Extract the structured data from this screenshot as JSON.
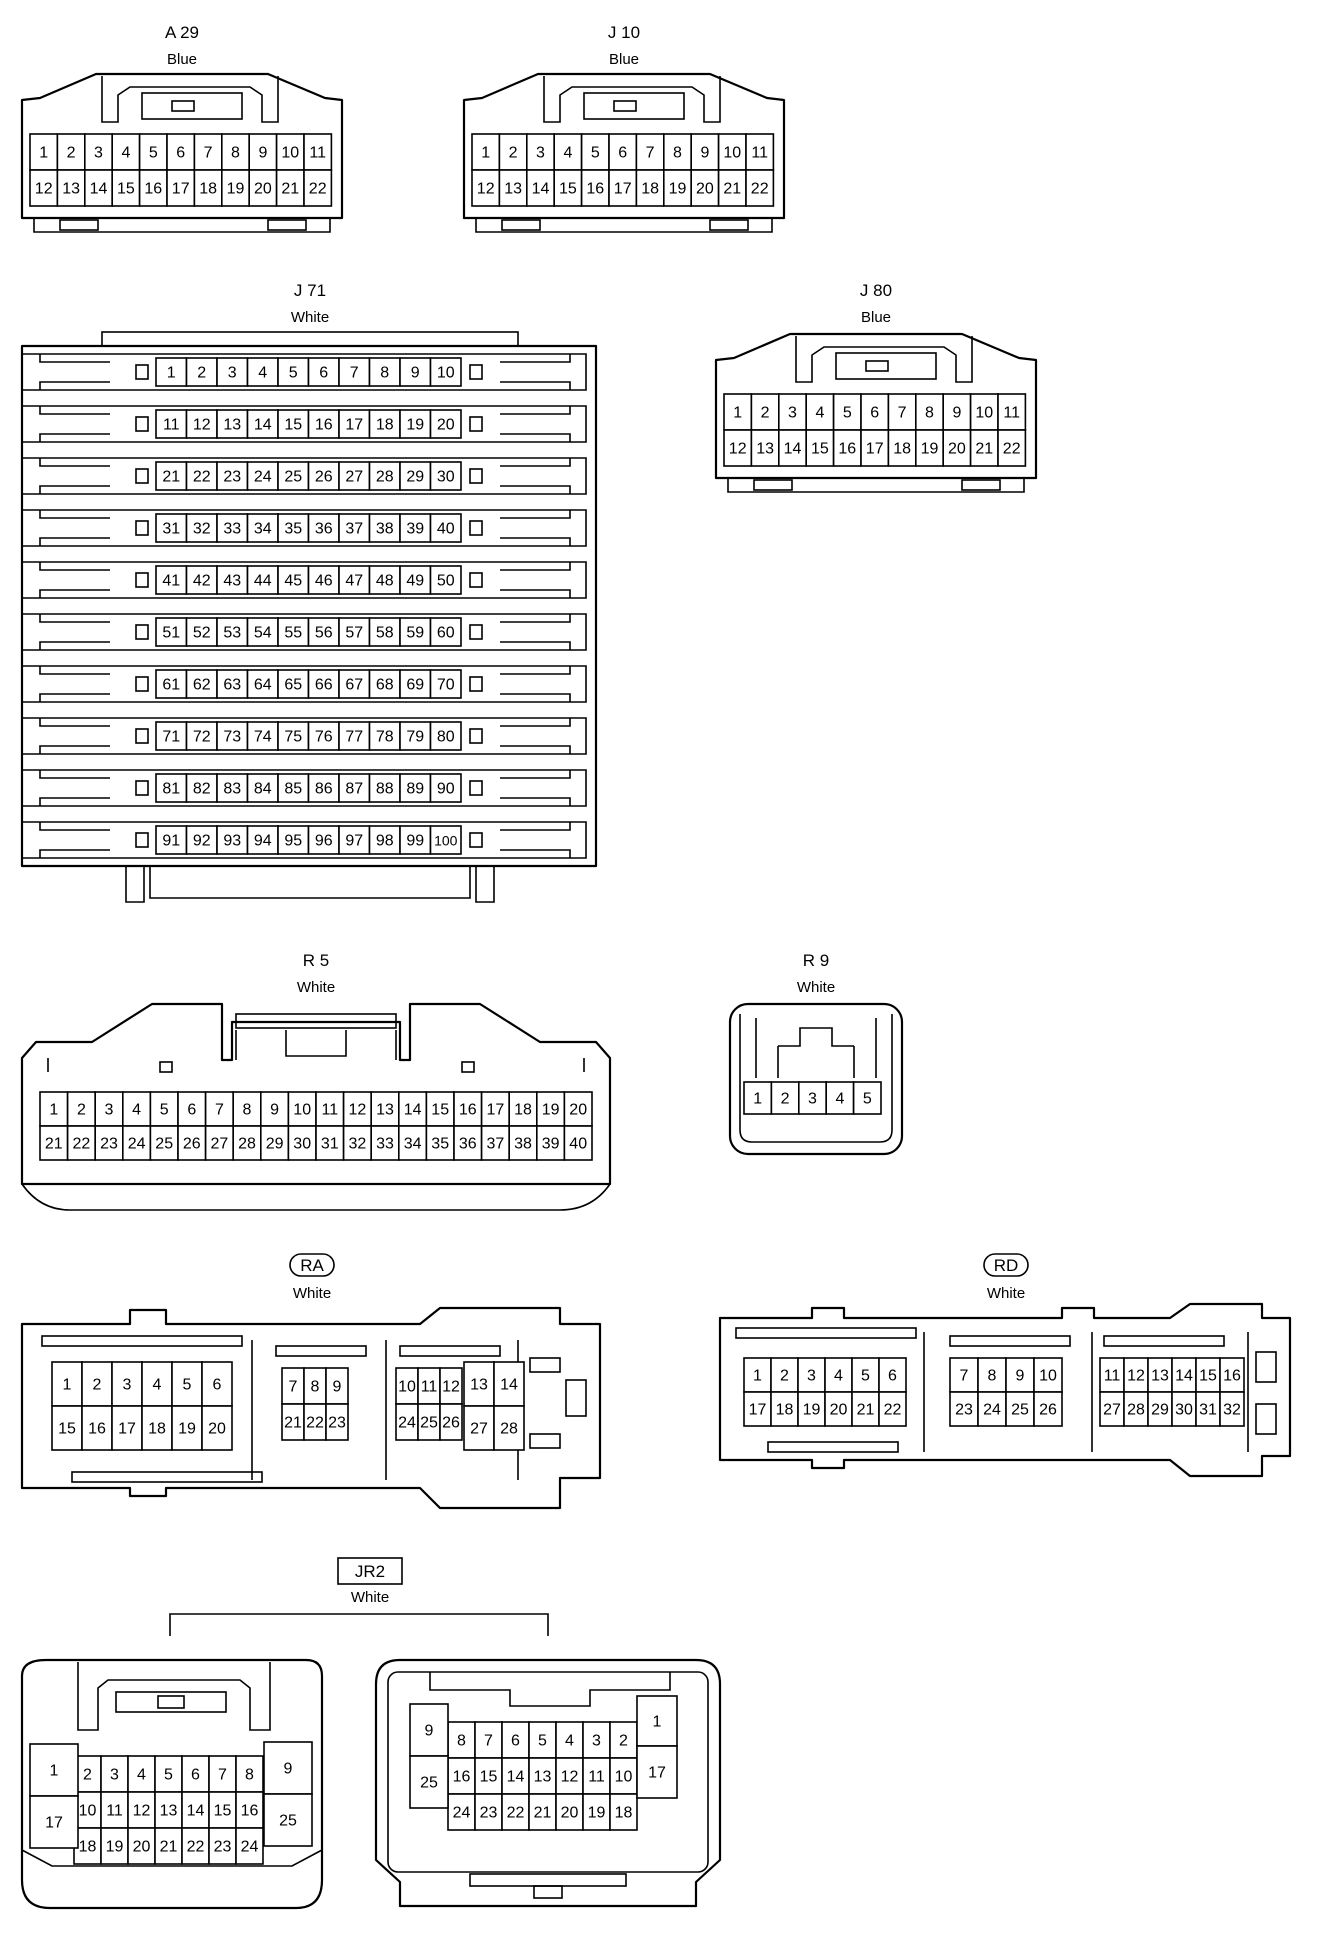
{
  "connectors": {
    "a29": {
      "label": "A 29",
      "color": "Blue",
      "rows": [
        [
          "1",
          "2",
          "3",
          "4",
          "5",
          "6",
          "7",
          "8",
          "9",
          "10",
          "11"
        ],
        [
          "12",
          "13",
          "14",
          "15",
          "16",
          "17",
          "18",
          "19",
          "20",
          "21",
          "22"
        ]
      ]
    },
    "j10": {
      "label": "J 10",
      "color": "Blue",
      "rows": [
        [
          "1",
          "2",
          "3",
          "4",
          "5",
          "6",
          "7",
          "8",
          "9",
          "10",
          "11"
        ],
        [
          "12",
          "13",
          "14",
          "15",
          "16",
          "17",
          "18",
          "19",
          "20",
          "21",
          "22"
        ]
      ]
    },
    "j71": {
      "label": "J 71",
      "color": "White",
      "rows": [
        [
          "1",
          "2",
          "3",
          "4",
          "5",
          "6",
          "7",
          "8",
          "9",
          "10"
        ],
        [
          "11",
          "12",
          "13",
          "14",
          "15",
          "16",
          "17",
          "18",
          "19",
          "20"
        ],
        [
          "21",
          "22",
          "23",
          "24",
          "25",
          "26",
          "27",
          "28",
          "29",
          "30"
        ],
        [
          "31",
          "32",
          "33",
          "34",
          "35",
          "36",
          "37",
          "38",
          "39",
          "40"
        ],
        [
          "41",
          "42",
          "43",
          "44",
          "45",
          "46",
          "47",
          "48",
          "49",
          "50"
        ],
        [
          "51",
          "52",
          "53",
          "54",
          "55",
          "56",
          "57",
          "58",
          "59",
          "60"
        ],
        [
          "61",
          "62",
          "63",
          "64",
          "65",
          "66",
          "67",
          "68",
          "69",
          "70"
        ],
        [
          "71",
          "72",
          "73",
          "74",
          "75",
          "76",
          "77",
          "78",
          "79",
          "80"
        ],
        [
          "81",
          "82",
          "83",
          "84",
          "85",
          "86",
          "87",
          "88",
          "89",
          "90"
        ],
        [
          "91",
          "92",
          "93",
          "94",
          "95",
          "96",
          "97",
          "98",
          "99",
          "100"
        ]
      ]
    },
    "j80": {
      "label": "J 80",
      "color": "Blue",
      "rows": [
        [
          "1",
          "2",
          "3",
          "4",
          "5",
          "6",
          "7",
          "8",
          "9",
          "10",
          "11"
        ],
        [
          "12",
          "13",
          "14",
          "15",
          "16",
          "17",
          "18",
          "19",
          "20",
          "21",
          "22"
        ]
      ]
    },
    "r5": {
      "label": "R 5",
      "color": "White",
      "rows": [
        [
          "1",
          "2",
          "3",
          "4",
          "5",
          "6",
          "7",
          "8",
          "9",
          "10",
          "11",
          "12",
          "13",
          "14",
          "15",
          "16",
          "17",
          "18",
          "19",
          "20"
        ],
        [
          "21",
          "22",
          "23",
          "24",
          "25",
          "26",
          "27",
          "28",
          "29",
          "30",
          "31",
          "32",
          "33",
          "34",
          "35",
          "36",
          "37",
          "38",
          "39",
          "40"
        ]
      ]
    },
    "r9": {
      "label": "R 9",
      "color": "White",
      "rows": [
        [
          "1",
          "2",
          "3",
          "4",
          "5"
        ]
      ]
    },
    "ra": {
      "label": "RA",
      "color": "White",
      "groups": [
        {
          "rows": [
            [
              "1",
              "2",
              "3",
              "4",
              "5",
              "6"
            ],
            [
              "15",
              "16",
              "17",
              "18",
              "19",
              "20"
            ]
          ]
        },
        {
          "rows": [
            [
              "7",
              "8",
              "9"
            ],
            [
              "21",
              "22",
              "23"
            ]
          ]
        },
        {
          "rows": [
            [
              "10",
              "11",
              "12"
            ],
            [
              "24",
              "25",
              "26"
            ]
          ]
        },
        {
          "rows": [
            [
              "13",
              "14"
            ],
            [
              "27",
              "28"
            ]
          ]
        }
      ]
    },
    "rd": {
      "label": "RD",
      "color": "White",
      "groups": [
        {
          "rows": [
            [
              "1",
              "2",
              "3",
              "4",
              "5",
              "6"
            ],
            [
              "17",
              "18",
              "19",
              "20",
              "21",
              "22"
            ]
          ]
        },
        {
          "rows": [
            [
              "7",
              "8",
              "9",
              "10"
            ],
            [
              "23",
              "24",
              "25",
              "26"
            ]
          ]
        },
        {
          "rows": [
            [
              "11",
              "12",
              "13",
              "14",
              "15",
              "16"
            ],
            [
              "27",
              "28",
              "29",
              "30",
              "31",
              "32"
            ]
          ]
        }
      ]
    },
    "jr2": {
      "label": "JR2",
      "color": "White",
      "left": {
        "rows": [
          [
            "2",
            "3",
            "4",
            "5",
            "6",
            "7",
            "8"
          ],
          [
            "10",
            "11",
            "12",
            "13",
            "14",
            "15",
            "16"
          ],
          [
            "18",
            "19",
            "20",
            "21",
            "22",
            "23",
            "24"
          ]
        ],
        "side": [
          "1",
          "17",
          "9",
          "25"
        ]
      },
      "right": {
        "rows": [
          [
            "8",
            "7",
            "6",
            "5",
            "4",
            "3",
            "2"
          ],
          [
            "16",
            "15",
            "14",
            "13",
            "12",
            "11",
            "10"
          ],
          [
            "24",
            "23",
            "22",
            "21",
            "20",
            "19",
            "18"
          ]
        ],
        "side": [
          "9",
          "25",
          "1",
          "17"
        ]
      }
    }
  }
}
